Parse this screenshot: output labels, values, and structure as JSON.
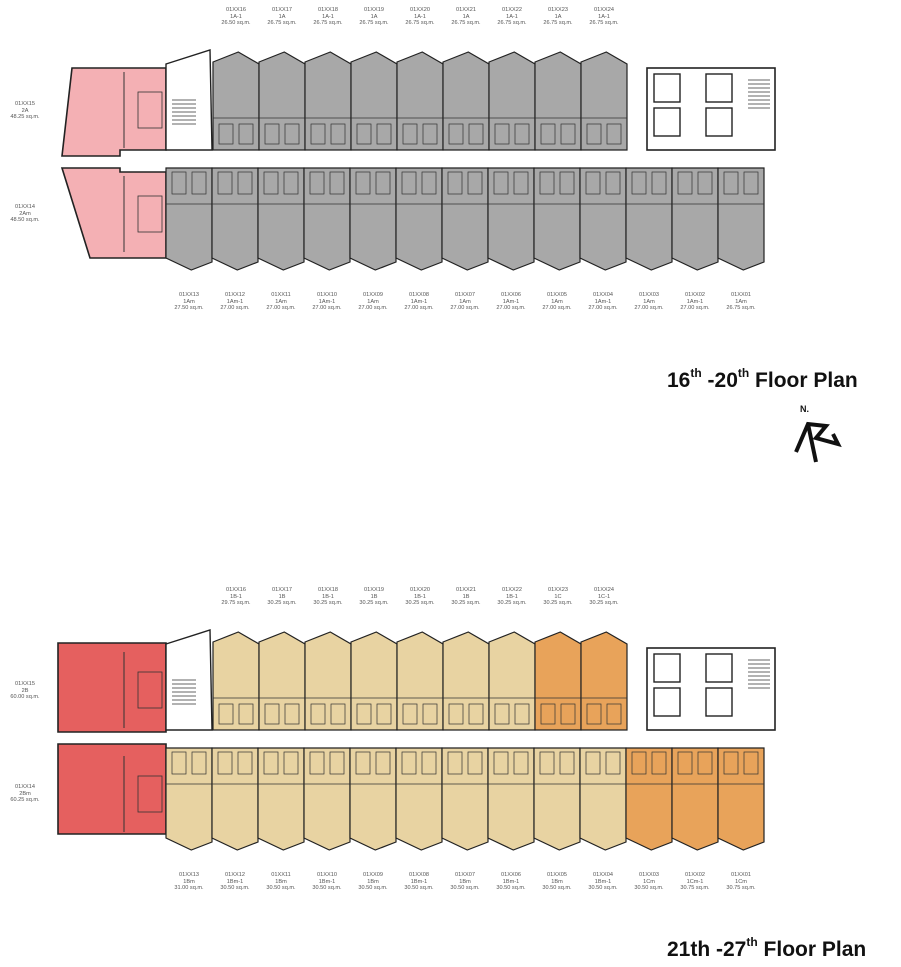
{
  "floor_plans": [
    {
      "title_parts": [
        "16",
        "th",
        " -20",
        "th",
        " Floor Plan"
      ],
      "colors": {
        "large": "#f4b0b4",
        "small": "#a8a8a8",
        "accent": "#f4b0b4"
      },
      "top_units": [
        {
          "num": "01XX16",
          "type": "1A-1",
          "area": "26.50 sq.m."
        },
        {
          "num": "01XX17",
          "type": "1A",
          "area": "26.75 sq.m."
        },
        {
          "num": "01XX18",
          "type": "1A-1",
          "area": "26.75 sq.m."
        },
        {
          "num": "01XX19",
          "type": "1A",
          "area": "26.75 sq.m."
        },
        {
          "num": "01XX20",
          "type": "1A-1",
          "area": "26.75 sq.m."
        },
        {
          "num": "01XX21",
          "type": "1A",
          "area": "26.75 sq.m."
        },
        {
          "num": "01XX22",
          "type": "1A-1",
          "area": "26.75 sq.m."
        },
        {
          "num": "01XX23",
          "type": "1A",
          "area": "26.75 sq.m."
        },
        {
          "num": "01XX24",
          "type": "1A-1",
          "area": "26.75 sq.m."
        }
      ],
      "bottom_units": [
        {
          "num": "01XX13",
          "type": "1Am",
          "area": "27.50 sq.m."
        },
        {
          "num": "01XX12",
          "type": "1Am-1",
          "area": "27.00 sq.m."
        },
        {
          "num": "01XX11",
          "type": "1Am",
          "area": "27.00 sq.m."
        },
        {
          "num": "01XX10",
          "type": "1Am-1",
          "area": "27.00 sq.m."
        },
        {
          "num": "01XX09",
          "type": "1Am",
          "area": "27.00 sq.m."
        },
        {
          "num": "01XX08",
          "type": "1Am-1",
          "area": "27.00 sq.m."
        },
        {
          "num": "01XX07",
          "type": "1Am",
          "area": "27.00 sq.m."
        },
        {
          "num": "01XX06",
          "type": "1Am-1",
          "area": "27.00 sq.m."
        },
        {
          "num": "01XX05",
          "type": "1Am",
          "area": "27.00 sq.m."
        },
        {
          "num": "01XX04",
          "type": "1Am-1",
          "area": "27.00 sq.m."
        },
        {
          "num": "01XX03",
          "type": "1Am",
          "area": "27.00 sq.m."
        },
        {
          "num": "01XX02",
          "type": "1Am-1",
          "area": "27.00 sq.m."
        },
        {
          "num": "01XX01",
          "type": "1Am",
          "area": "26.75 sq.m."
        }
      ],
      "side_units": [
        {
          "num": "01XX15",
          "type": "2A",
          "area": "48.25 sq.m."
        },
        {
          "num": "01XX14",
          "type": "2Am",
          "area": "48.50 sq.m."
        }
      ]
    },
    {
      "title_parts": [
        "21th -27",
        "th",
        " Floor Plan"
      ],
      "colors": {
        "large": "#e5605f",
        "small": "#e8d3a2",
        "accent": "#e8a35a"
      },
      "top_units": [
        {
          "num": "01XX16",
          "type": "1B-1",
          "area": "29.75 sq.m."
        },
        {
          "num": "01XX17",
          "type": "1B",
          "area": "30.25 sq.m."
        },
        {
          "num": "01XX18",
          "type": "1B-1",
          "area": "30.25 sq.m."
        },
        {
          "num": "01XX19",
          "type": "1B",
          "area": "30.25 sq.m."
        },
        {
          "num": "01XX20",
          "type": "1B-1",
          "area": "30.25 sq.m."
        },
        {
          "num": "01XX21",
          "type": "1B",
          "area": "30.25 sq.m."
        },
        {
          "num": "01XX22",
          "type": "1B-1",
          "area": "30.25 sq.m."
        },
        {
          "num": "01XX23",
          "type": "1C",
          "area": "30.25 sq.m."
        },
        {
          "num": "01XX24",
          "type": "1C-1",
          "area": "30.25 sq.m."
        }
      ],
      "bottom_units": [
        {
          "num": "01XX13",
          "type": "1Bm",
          "area": "31.00 sq.m."
        },
        {
          "num": "01XX12",
          "type": "1Bm-1",
          "area": "30.50 sq.m."
        },
        {
          "num": "01XX11",
          "type": "1Bm",
          "area": "30.50 sq.m."
        },
        {
          "num": "01XX10",
          "type": "1Bm-1",
          "area": "30.50 sq.m."
        },
        {
          "num": "01XX09",
          "type": "1Bm",
          "area": "30.50 sq.m."
        },
        {
          "num": "01XX08",
          "type": "1Bm-1",
          "area": "30.50 sq.m."
        },
        {
          "num": "01XX07",
          "type": "1Bm",
          "area": "30.50 sq.m."
        },
        {
          "num": "01XX06",
          "type": "1Bm-1",
          "area": "30.50 sq.m."
        },
        {
          "num": "01XX05",
          "type": "1Bm",
          "area": "30.50 sq.m."
        },
        {
          "num": "01XX04",
          "type": "1Bm-1",
          "area": "30.50 sq.m."
        },
        {
          "num": "01XX03",
          "type": "1Cm",
          "area": "30.50 sq.m."
        },
        {
          "num": "01XX02",
          "type": "1Cm-1",
          "area": "30.75 sq.m."
        },
        {
          "num": "01XX01",
          "type": "1Cm",
          "area": "30.75 sq.m."
        }
      ],
      "side_units": [
        {
          "num": "01XX15",
          "type": "2B",
          "area": "60.00 sq.m."
        },
        {
          "num": "01XX14",
          "type": "2Bm",
          "area": "60.25 sq.m."
        }
      ]
    }
  ],
  "north_label": "N."
}
